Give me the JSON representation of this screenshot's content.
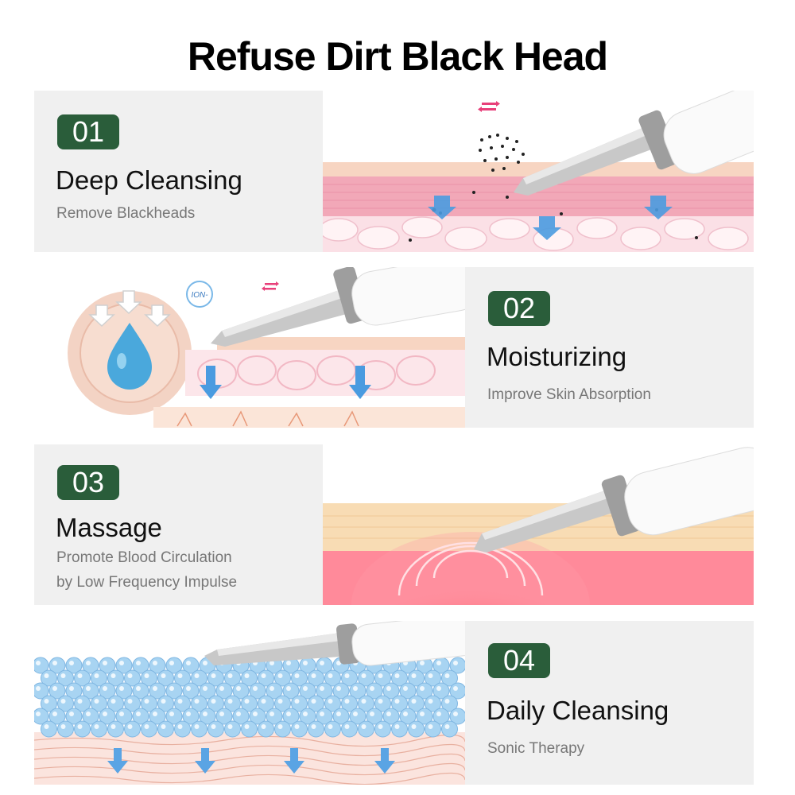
{
  "title": "Refuse Dirt Black Head",
  "features": [
    {
      "number": "01",
      "heading": "Deep Cleansing",
      "lines": [
        "Remove Blackheads"
      ]
    },
    {
      "number": "02",
      "heading": "Moisturizing",
      "lines": [
        "Improve Skin Absorption"
      ],
      "ion_label": "ION-"
    },
    {
      "number": "03",
      "heading": "Massage",
      "lines": [
        "Promote Blood Circulation",
        "by Low Frequency Impulse"
      ]
    },
    {
      "number": "04",
      "heading": "Daily Cleansing",
      "lines": [
        "Sonic Therapy"
      ]
    }
  ],
  "colors": {
    "badge": "#2a5d3a",
    "panel": "#f0f0f0",
    "skin_pink": "#f2b8c4",
    "arrow_blue": "#4a9be0",
    "heat_red": "#ff3b4e"
  },
  "icons": [
    "skin-scrubber-icon",
    "blackhead-particles-icon",
    "down-arrow-icon",
    "vibration-arrows-icon",
    "water-drop-icon",
    "ion-bubble-icon",
    "heat-waves-icon",
    "water-bubbles-icon"
  ]
}
